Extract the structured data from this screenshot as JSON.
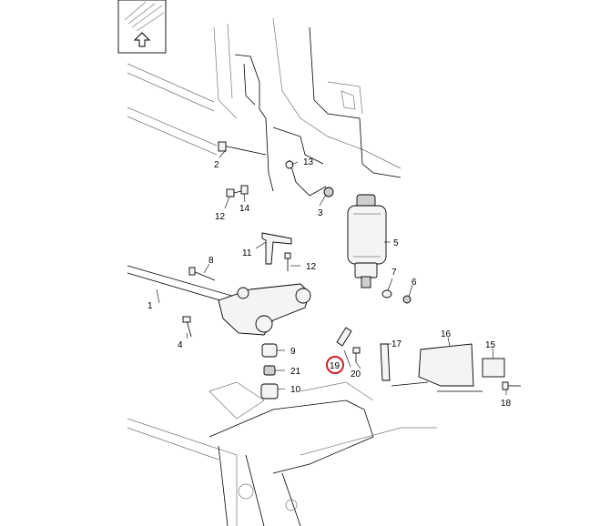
{
  "diagram": {
    "highlight_color": "#d0202a",
    "inset_icon": "up-arrow-icon",
    "highlighted_part": "19",
    "parts": [
      {
        "id": "p1",
        "label": "1"
      },
      {
        "id": "p2",
        "label": "2"
      },
      {
        "id": "p3",
        "label": "3"
      },
      {
        "id": "p4",
        "label": "4"
      },
      {
        "id": "p5",
        "label": "5"
      },
      {
        "id": "p6",
        "label": "6"
      },
      {
        "id": "p7",
        "label": "7"
      },
      {
        "id": "p8",
        "label": "8"
      },
      {
        "id": "p9",
        "label": "9"
      },
      {
        "id": "p10",
        "label": "10"
      },
      {
        "id": "p11",
        "label": "11"
      },
      {
        "id": "p12a",
        "label": "12"
      },
      {
        "id": "p12b",
        "label": "12"
      },
      {
        "id": "p13",
        "label": "13"
      },
      {
        "id": "p14",
        "label": "14"
      },
      {
        "id": "p15",
        "label": "15"
      },
      {
        "id": "p16",
        "label": "16"
      },
      {
        "id": "p17",
        "label": "17"
      },
      {
        "id": "p18",
        "label": "18"
      },
      {
        "id": "p19",
        "label": "19"
      },
      {
        "id": "p20",
        "label": "20"
      },
      {
        "id": "p21",
        "label": "21"
      }
    ]
  }
}
